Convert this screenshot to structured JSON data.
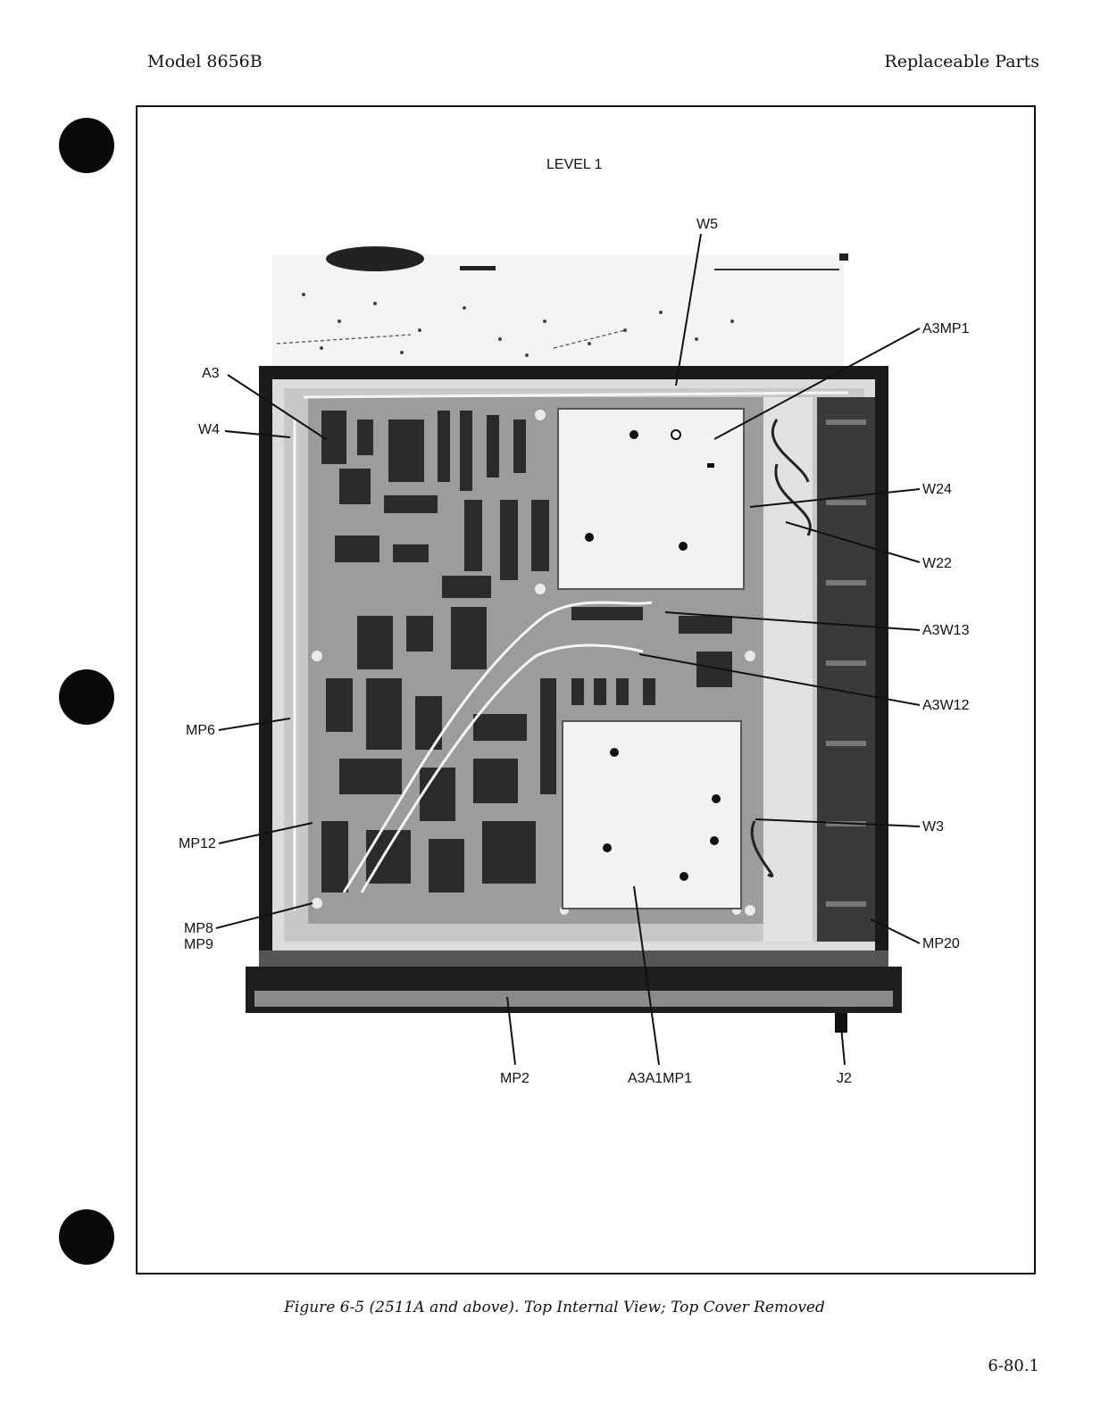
{
  "header": {
    "model": "Model 8656B",
    "section": "Replaceable Parts"
  },
  "figure": {
    "level": "LEVEL 1",
    "callouts": {
      "w5": "W5",
      "a3mp1": "A3MP1",
      "a3": "A3",
      "w4": "W4",
      "w24": "W24",
      "w22": "W22",
      "a3w13": "A3W13",
      "a3w12": "A3W12",
      "mp6": "MP6",
      "w3": "W3",
      "mp12": "MP12",
      "mp8_mp9": "MP8\nMP9",
      "mp20": "MP20",
      "mp2": "MP2",
      "a3a1mp1": "A3A1MP1",
      "j2": "J2"
    },
    "caption": "Figure 6-5 (2511A and above). Top Internal View; Top Cover Removed"
  },
  "footer": {
    "page_number": "6-80.1"
  }
}
